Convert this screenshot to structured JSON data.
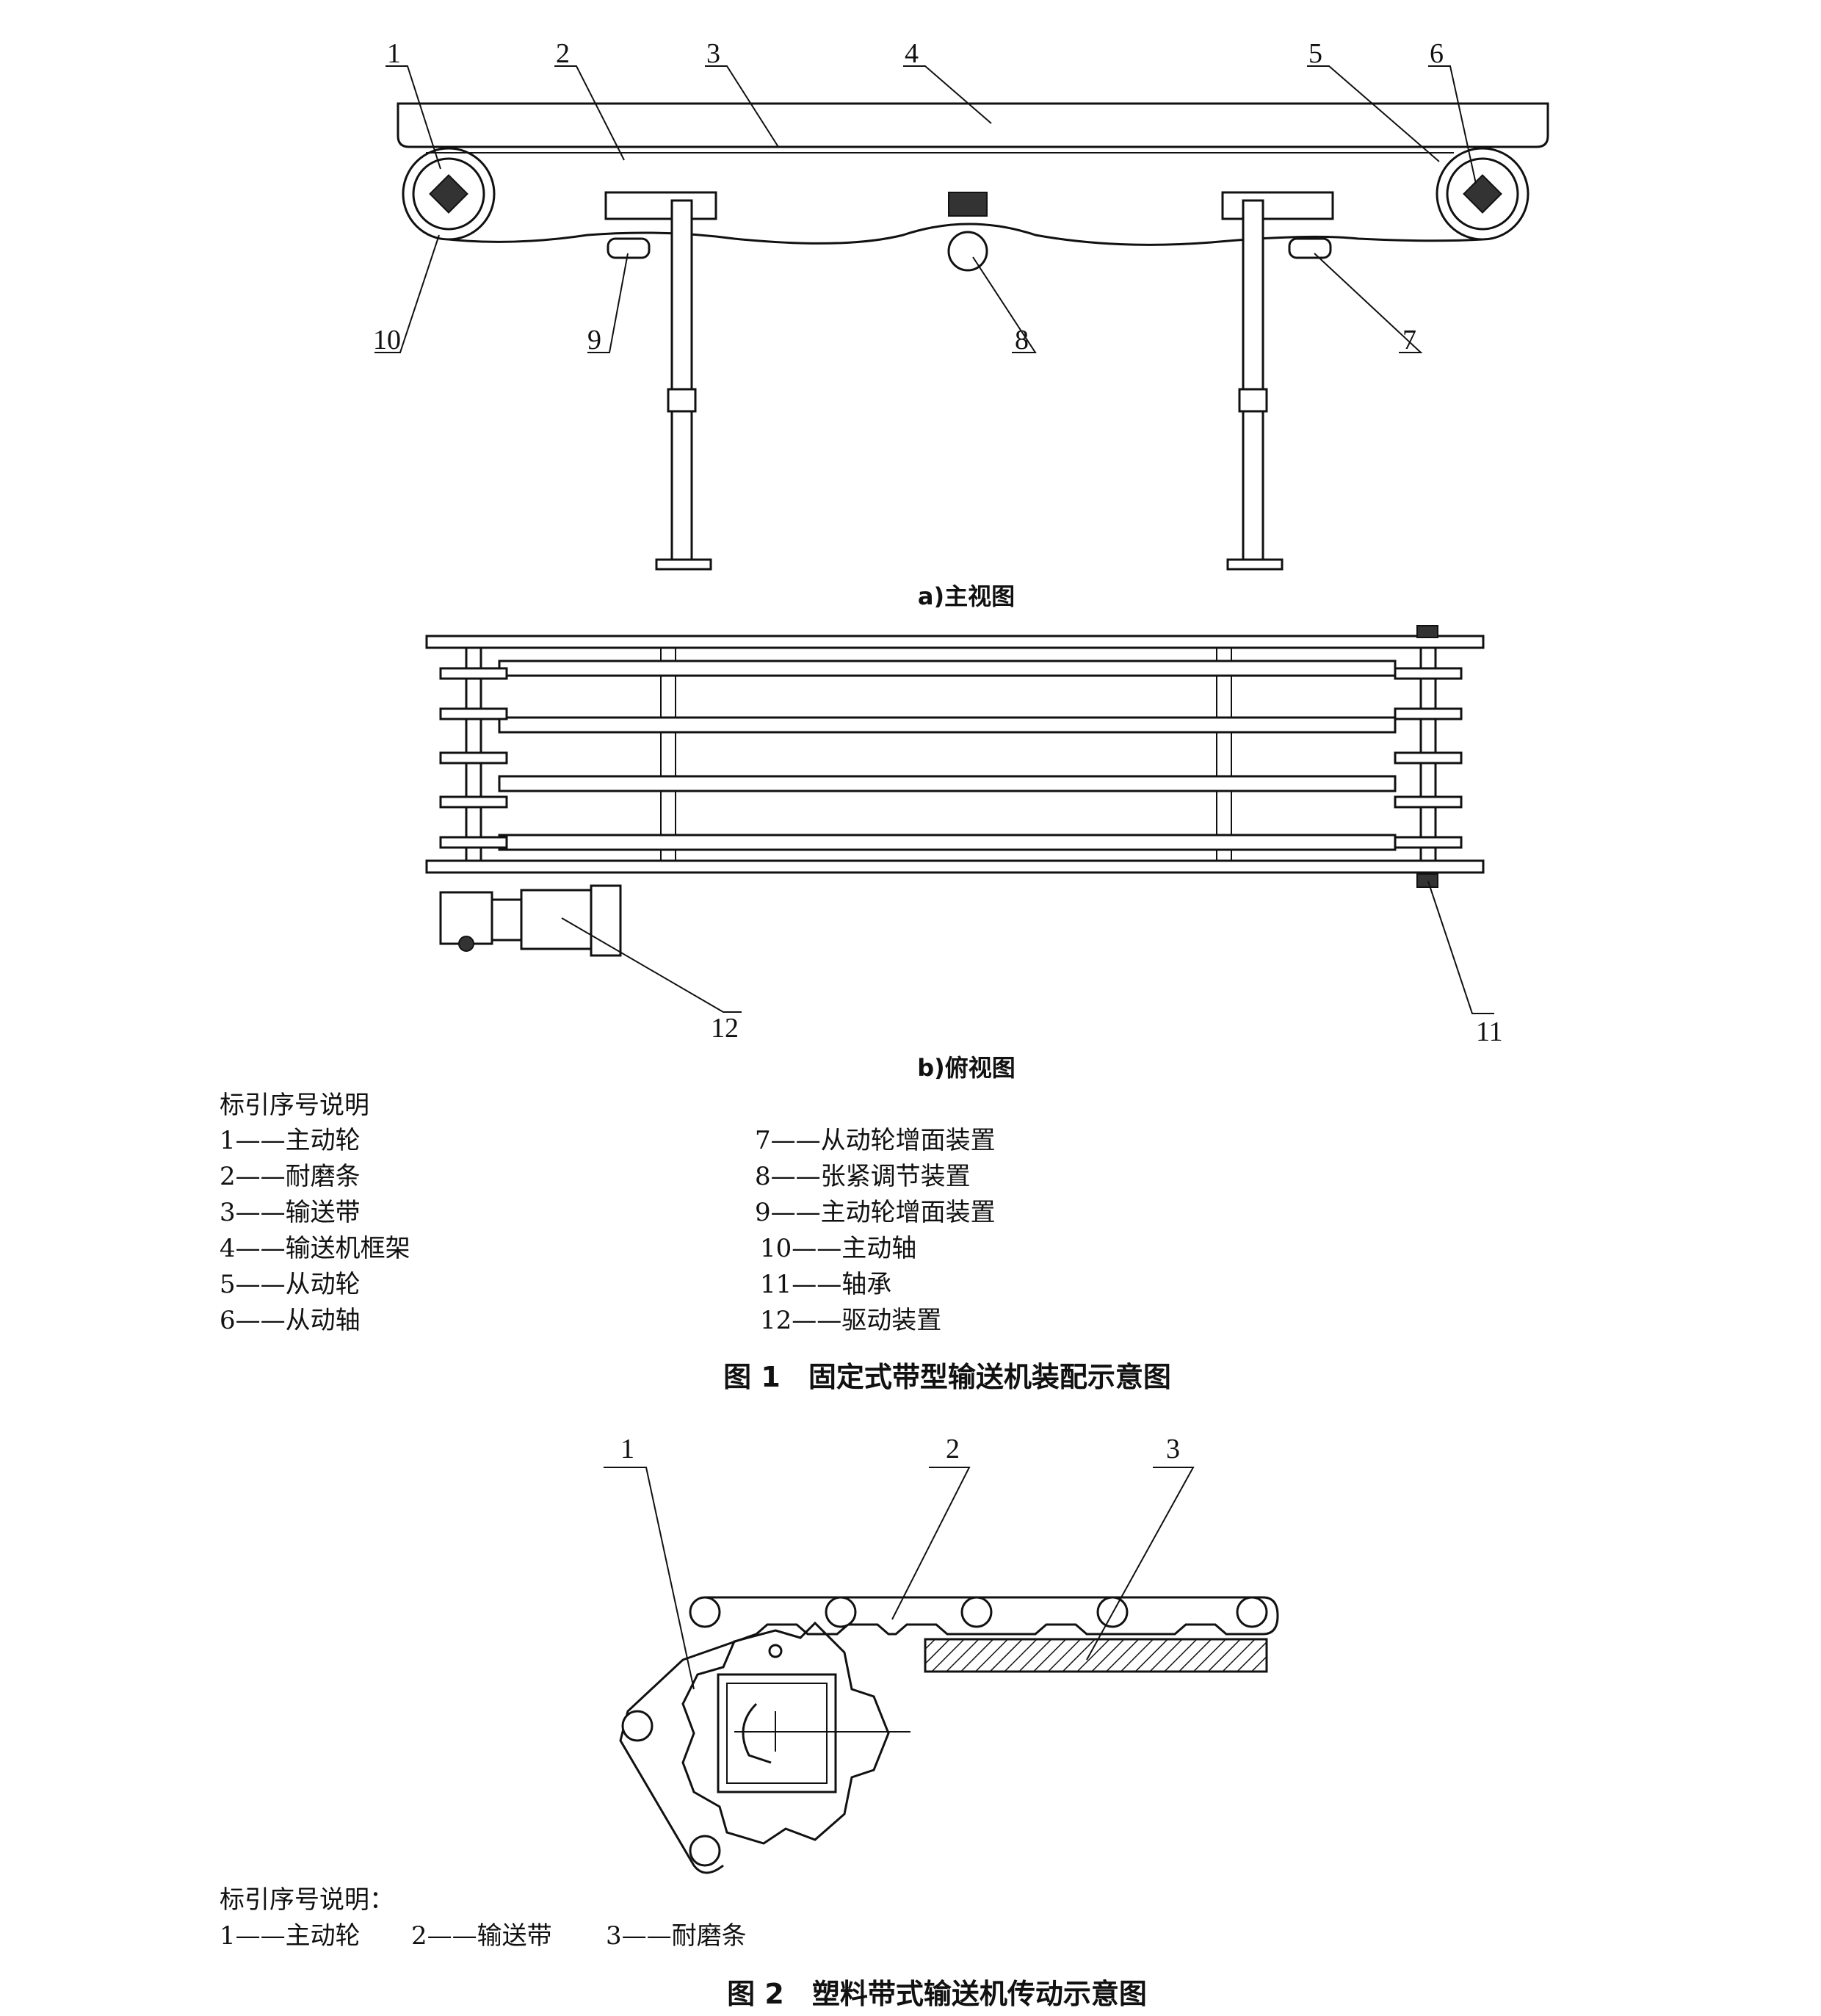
{
  "figure1": {
    "callouts": [
      "1",
      "2",
      "3",
      "4",
      "5",
      "6",
      "7",
      "8",
      "9",
      "10",
      "11",
      "12"
    ],
    "view_a_caption": "a)主视图",
    "view_b_caption": "b)俯视图",
    "legend_title": "标引序号说明",
    "legend_left": [
      "1——主动轮",
      "2——耐磨条",
      "3——输送带",
      "4——输送机框架",
      "5——从动轮",
      "6——从动轴"
    ],
    "legend_right": [
      "7——从动轮增面装置",
      "8——张紧调节装置",
      "9——主动轮增面装置",
      "10——主动轴",
      "11——轴承",
      "12——驱动装置"
    ],
    "caption": "图 1　固定式带型输送机装配示意图"
  },
  "figure2": {
    "callouts": [
      "1",
      "2",
      "3"
    ],
    "legend_title": "标引序号说明：",
    "legend_items": [
      "1——主动轮",
      "2——输送带",
      "3——耐磨条"
    ],
    "caption": "图 2　塑料带式输送机传动示意图"
  }
}
